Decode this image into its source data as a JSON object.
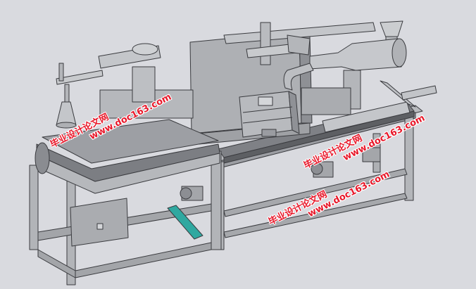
{
  "watermarks": [
    {
      "site_cn": "毕业设计论文网",
      "site_url": "www.doc163.com"
    },
    {
      "site_cn": "毕业设计论文网",
      "site_url": "www.doc163.com"
    },
    {
      "site_cn": "毕业设计论文网",
      "site_url": "www.doc163.com"
    }
  ],
  "colors": {
    "background": "#d9dadf",
    "frame": "#a9abb0",
    "edge": "#3a3b3f",
    "watermark": "#e8182a",
    "accent": "#2fa8a0"
  }
}
